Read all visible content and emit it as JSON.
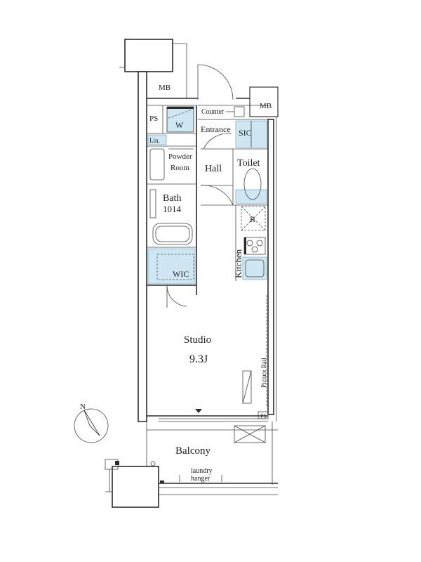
{
  "labels": {
    "mb_left": "MB",
    "mb_right": "MB",
    "ps_top": "PS",
    "w": "W",
    "counter": "Counter",
    "entrance": "Entrance",
    "sic": "SIC",
    "lin": "Lin.",
    "powder_room_1": "Powder",
    "powder_room_2": "Room",
    "hall": "Hall",
    "toilet": "Toilet",
    "bath": "Bath",
    "bath_size": "1014",
    "r": "R",
    "kitchen": "Kitchen",
    "wic": "WIC",
    "studio": "Studio",
    "studio_size": "9.3J",
    "picture_rail": "Picture Rail",
    "ps_bottom": "PS",
    "balcony": "Balcony",
    "laundry_1": "laundry",
    "laundry_2": "hanger",
    "north": "N"
  },
  "colors": {
    "wall": "#333333",
    "storage_fill": "#cfe6f3",
    "text": "#222222"
  }
}
